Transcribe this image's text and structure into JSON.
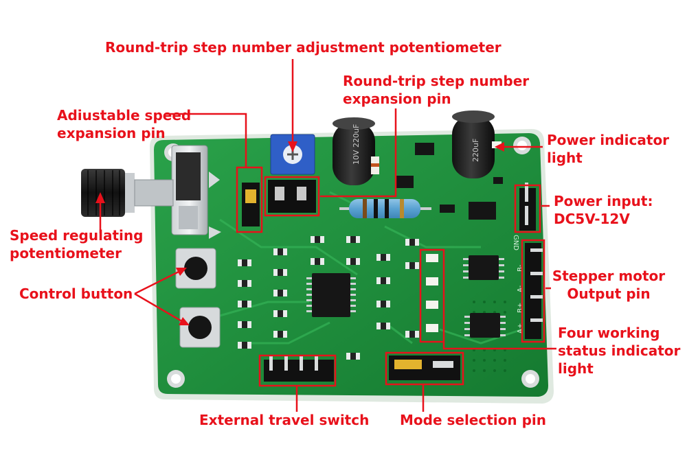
{
  "labels": {
    "round_trip_pot": {
      "lines": [
        "Round-trip step number adjustment potentiometer"
      ]
    },
    "round_trip_exp": {
      "lines": [
        "Round-trip step number",
        "expansion pin"
      ]
    },
    "adj_speed_exp": {
      "lines": [
        "Adiustable speed",
        "expansion pin"
      ]
    },
    "power_led": {
      "lines": [
        "Power indicator",
        "light"
      ]
    },
    "power_input": {
      "lines": [
        "Power input:",
        "DC5V-12V"
      ]
    },
    "speed_pot": {
      "lines": [
        "Speed regulating",
        "potentiometer"
      ]
    },
    "control_button": {
      "lines": [
        "Control button"
      ]
    },
    "stepper_output": {
      "lines": [
        "Stepper motor",
        "Output pin"
      ]
    },
    "status_leds": {
      "lines": [
        "Four working",
        "status indicator",
        "light"
      ]
    },
    "travel_switch": {
      "lines": [
        "External travel switch"
      ]
    },
    "mode_pin": {
      "lines": [
        "Mode selection pin"
      ]
    }
  },
  "board_text": {
    "cap_left": "10V 220uF",
    "cap_right": "220uF",
    "gnd": "GND",
    "motor_pins": [
      "A+",
      "B+",
      "A-",
      "B-"
    ]
  },
  "colors": {
    "annotation": "#e8111b",
    "pcb": "#1f8f3a",
    "pcb_dark": "#0f6a27"
  }
}
